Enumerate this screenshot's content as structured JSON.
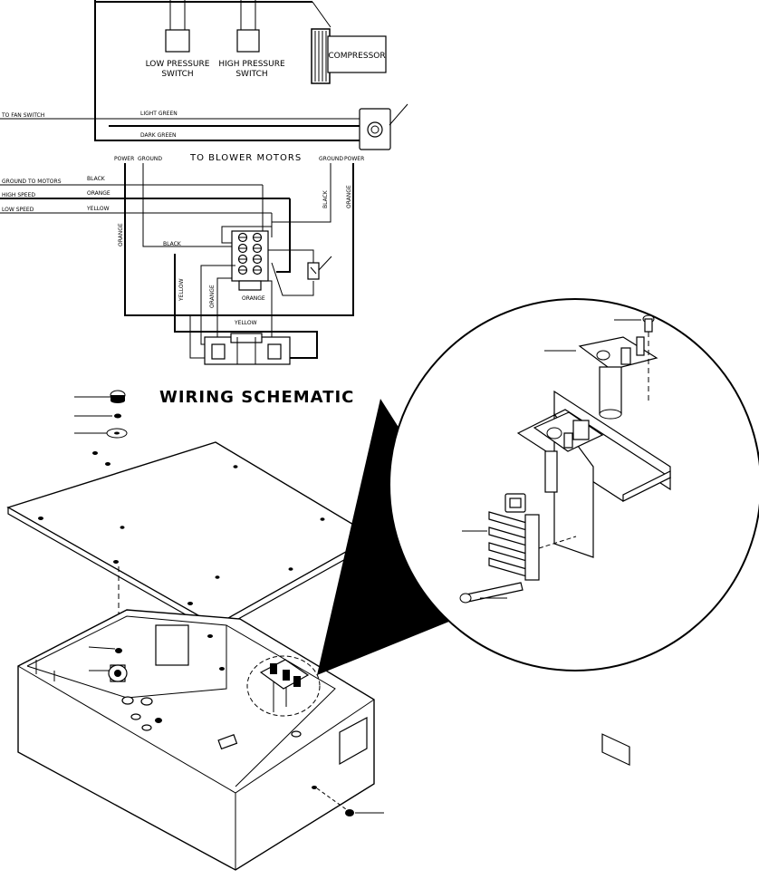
{
  "title": "WIRING SCHEMATIC",
  "components": {
    "low_pressure": [
      "LOW PRESSURE",
      "SWITCH"
    ],
    "high_pressure": [
      "HIGH PRESSURE",
      "SWITCH"
    ],
    "compressor": "COMPRESSOR"
  },
  "wires": {
    "to_fan_switch": "TO FAN SWITCH",
    "light_green": "LIGHT GREEN",
    "dark_green": "DARK GREEN",
    "to_blower_motors": "TO BLOWER MOTORS",
    "power": "POWER",
    "ground": "GROUND",
    "ground_to_motors": "GROUND TO MOTORS",
    "high_speed": "HIGH SPEED",
    "low_speed": "LOW SPEED",
    "black": "BLACK",
    "orange": "ORANGE",
    "yellow": "YELLOW"
  }
}
